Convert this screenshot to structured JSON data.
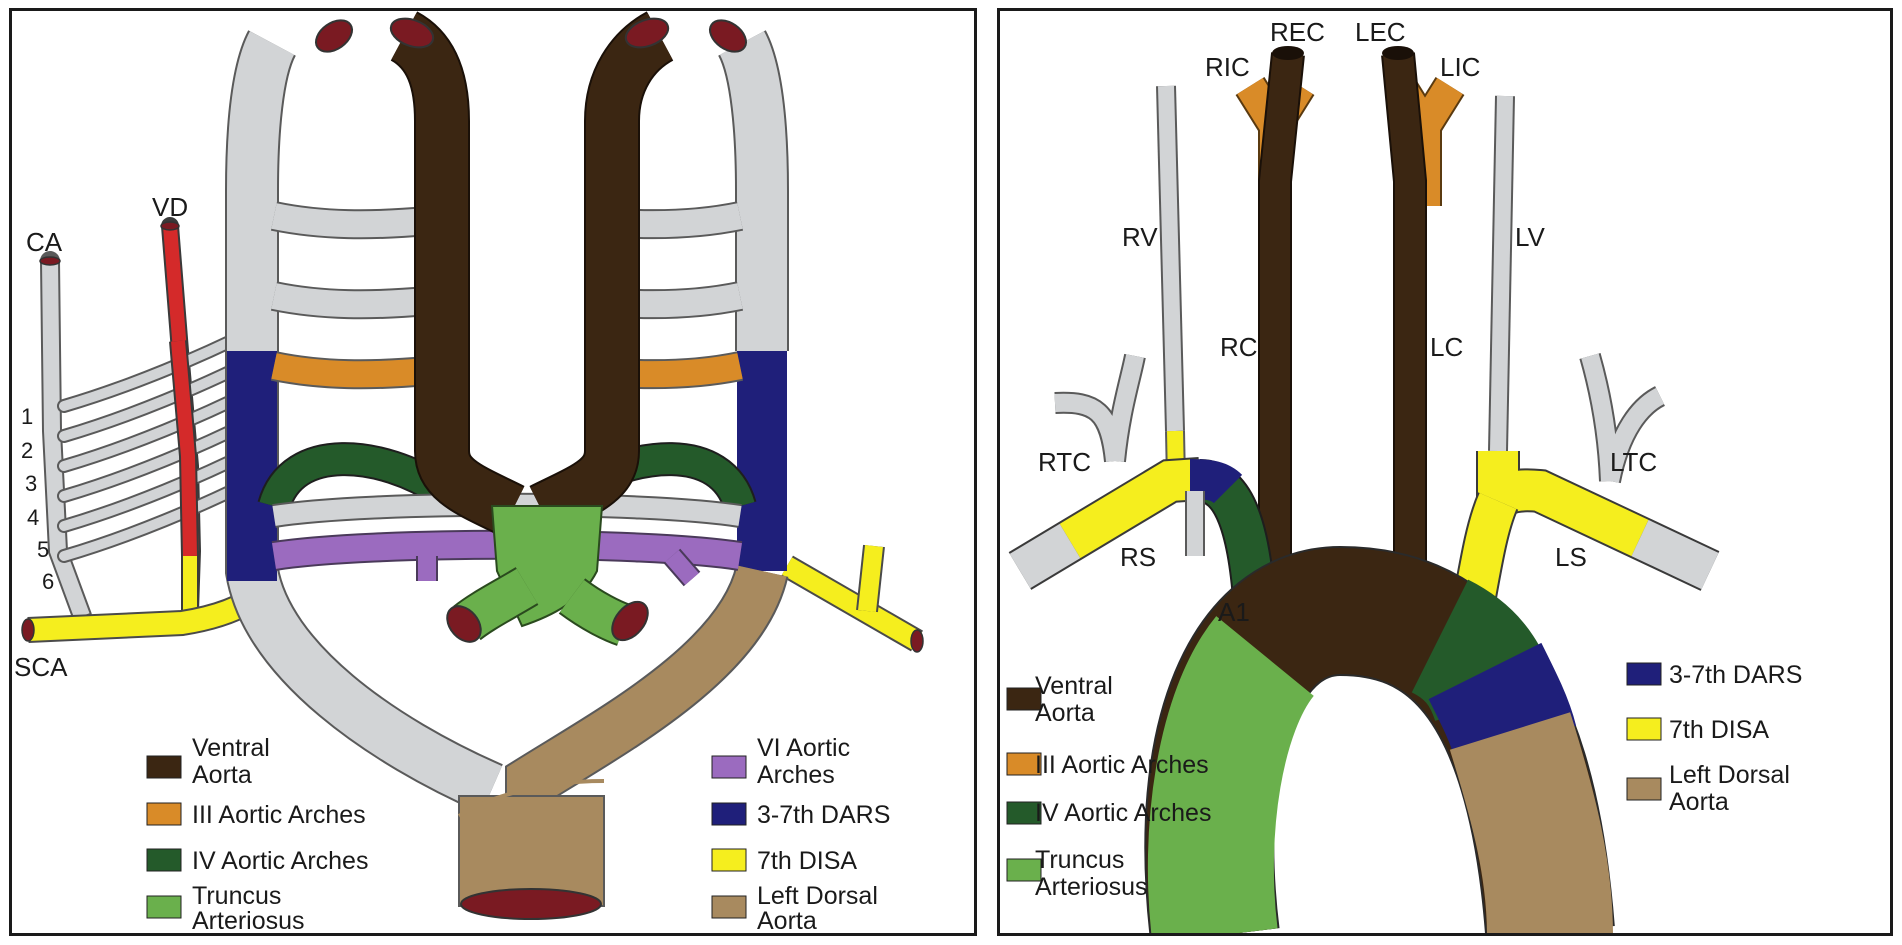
{
  "left_panel": {
    "labels": {
      "ca": "CA",
      "vd": "VD",
      "sca": "SCA",
      "arch_numbers": [
        "1",
        "2",
        "3",
        "4",
        "5",
        "6"
      ]
    },
    "legend": [
      {
        "line1": "Ventral",
        "line2": "Aorta",
        "color": "#3b2612"
      },
      {
        "line1": "III Aortic Arches",
        "line2": "",
        "color": "#d98b28"
      },
      {
        "line1": "IV Aortic Arches",
        "line2": "",
        "color": "#245a2a"
      },
      {
        "line1": "Truncus",
        "line2": "Arteriosus",
        "color": "#6ab04c"
      },
      {
        "line1": "VI Aortic",
        "line2": "Arches",
        "color": "#9b6bbf"
      },
      {
        "line1": "3-7th DARS",
        "line2": "",
        "color": "#1f1f7a"
      },
      {
        "line1": "7th DISA",
        "line2": "",
        "color": "#f5ee1e"
      },
      {
        "line1": "Left Dorsal",
        "line2": "Aorta",
        "color": "#a88a5f"
      }
    ]
  },
  "right_panel": {
    "labels": {
      "ric": "RIC",
      "rec": "REC",
      "lec": "LEC",
      "lic": "LIC",
      "rv": "RV",
      "lv": "LV",
      "rc": "RC",
      "lc": "LC",
      "rtc": "RTC",
      "ltc": "LTC",
      "rs": "RS",
      "ls": "LS",
      "a1": "A1"
    },
    "legend": [
      {
        "line1": "Ventral",
        "line2": "Aorta",
        "color": "#3b2612"
      },
      {
        "line1": "III Aortic Arches",
        "line2": "",
        "color": "#d98b28"
      },
      {
        "line1": "IV Aortic Arches",
        "line2": "",
        "color": "#245a2a"
      },
      {
        "line1": "Truncus",
        "line2": "Arteriosus",
        "color": "#6ab04c"
      },
      {
        "line1": "3-7th DARS",
        "line2": "",
        "color": "#1f1f7a"
      },
      {
        "line1": "7th DISA",
        "line2": "",
        "color": "#f5ee1e"
      },
      {
        "line1": "Left Dorsal",
        "line2": "Aorta",
        "color": "#a88a5f"
      }
    ]
  },
  "colors": {
    "grey_vessel": "#d2d4d6",
    "vessel_outline": "#5a5a5a",
    "lumen": "#7a1a22",
    "vd_red": "#d42a2a"
  }
}
